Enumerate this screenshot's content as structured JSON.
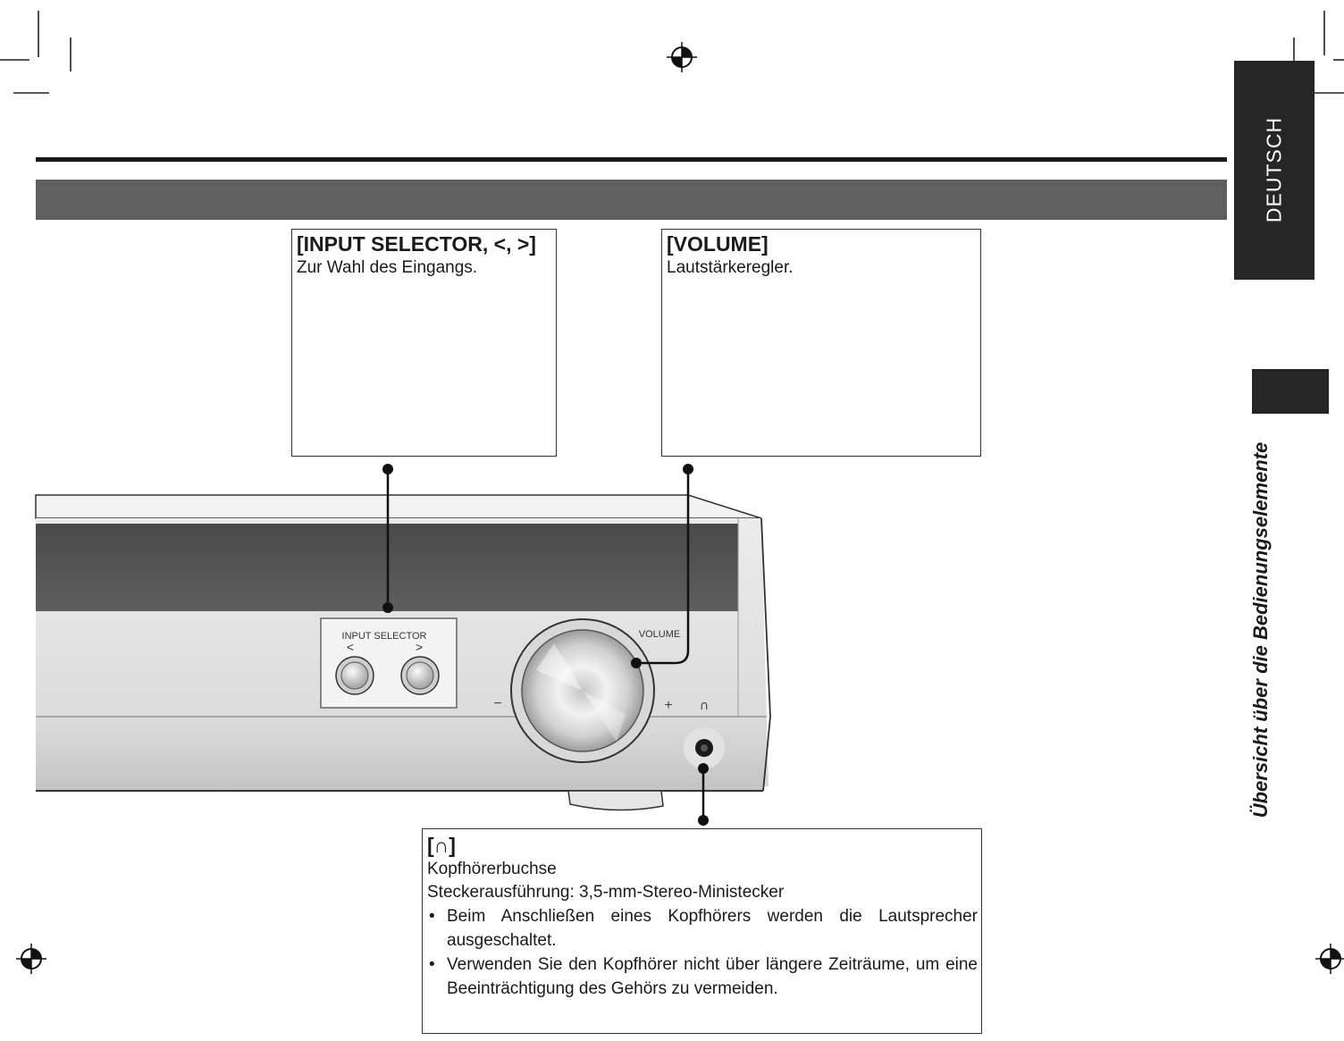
{
  "callouts": {
    "input_selector": {
      "title": "[INPUT SELECTOR, <, >]",
      "text": "Zur Wahl des Eingangs."
    },
    "volume": {
      "title": "[VOLUME]",
      "text": "Lautstärkeregler."
    },
    "headphones": {
      "title": "[∩]",
      "line1": "Kopfhörerbuchse",
      "line2": "Steckerausführung: 3,5-mm-Stereo-Ministecker",
      "bullets": [
        "Beim Anschließen eines Kopfhörers werden die Lautsprecher ausgeschaltet.",
        "Verwenden Sie den Kopfhörer nicht über längere Zeiträume, um eine Beeinträchtigung des Gehörs zu vermeiden."
      ]
    }
  },
  "device_labels": {
    "input_selector": "INPUT SELECTOR",
    "less": "<",
    "greater": ">",
    "volume": "VOLUME",
    "minus": "−",
    "plus": "+",
    "headphone_symbol": "∩"
  },
  "side": {
    "language_tab": "DEUTSCH",
    "section_title": "Übersicht über die Bedienungselemente"
  }
}
